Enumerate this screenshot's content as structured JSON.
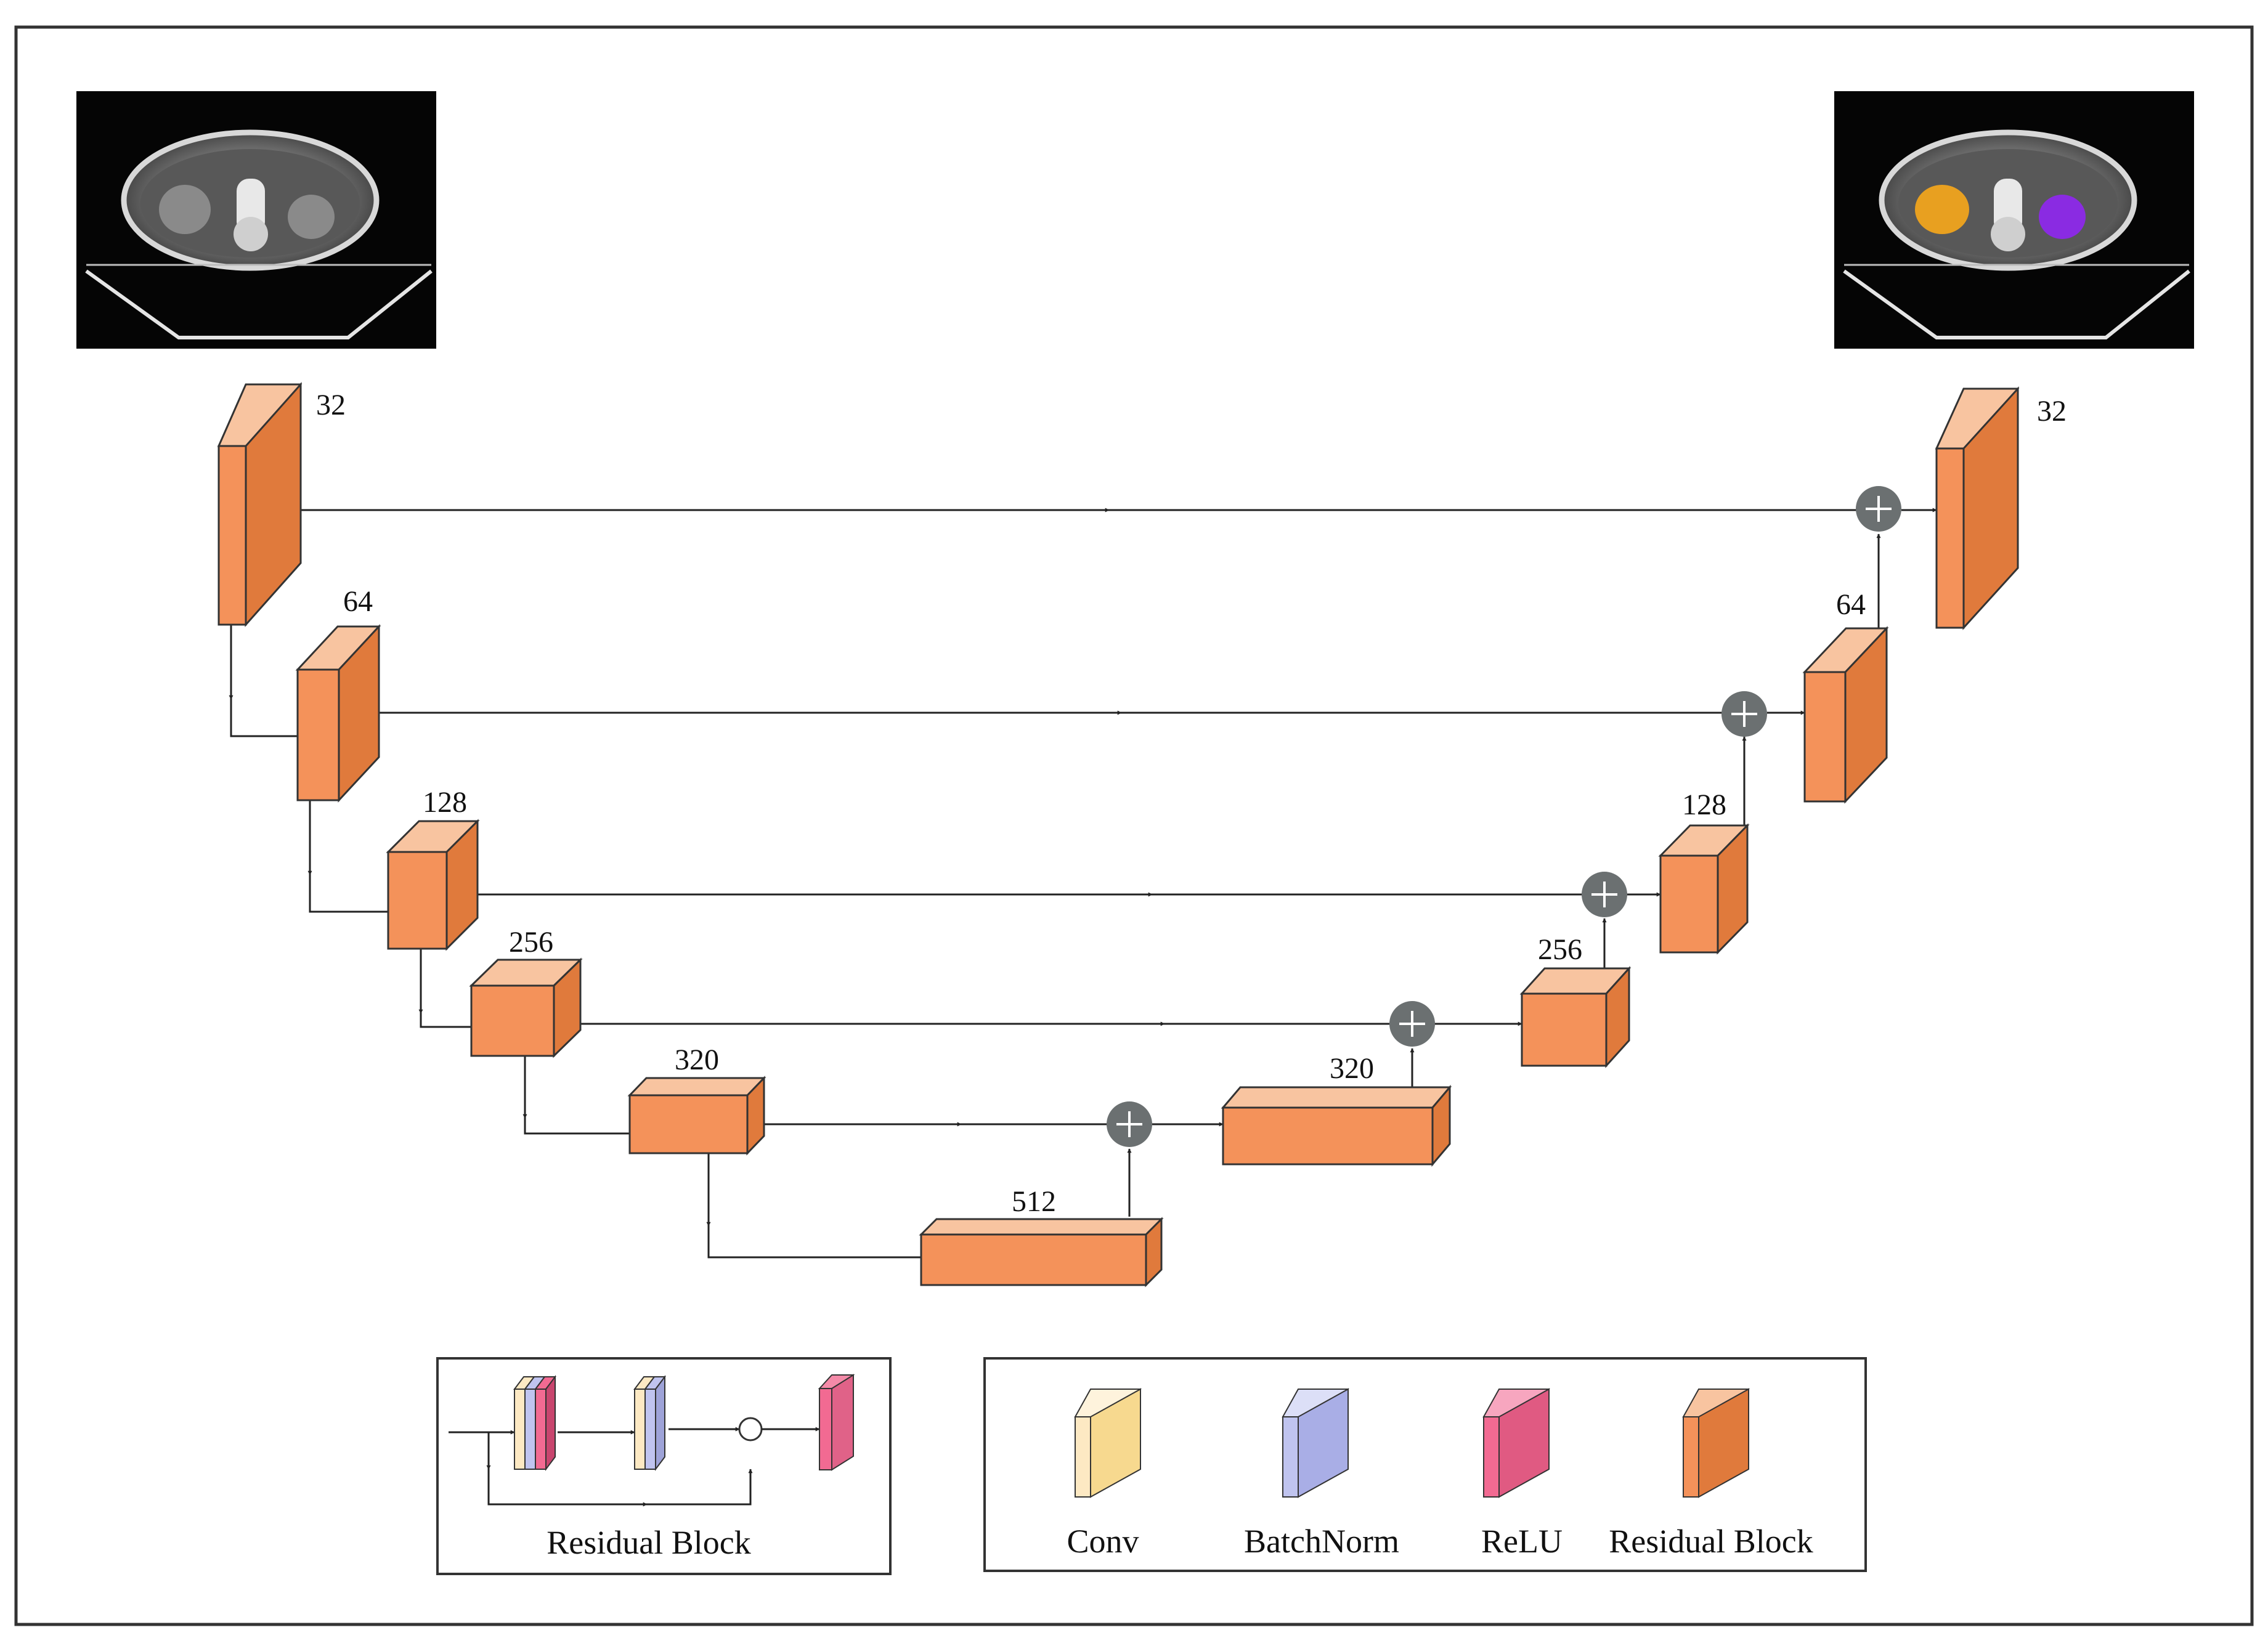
{
  "encoder_channels": [
    "32",
    "64",
    "128",
    "256",
    "320"
  ],
  "bottleneck_channels": "512",
  "decoder_channels": [
    "320",
    "256",
    "128",
    "64",
    "32"
  ],
  "residual_block_label": "Residual Block",
  "legend": [
    {
      "label": "Conv",
      "color": "#fde9c3"
    },
    {
      "label": "BatchNorm",
      "color": "#c0c4ef"
    },
    {
      "label": "ReLU",
      "color": "#f26a92"
    },
    {
      "label": "Residual Block",
      "color": "#f4925a"
    }
  ],
  "colors": {
    "block_front": "#f4925a",
    "block_top": "#f8c4a0",
    "block_side": "#e07a3c",
    "add_node": "#6b7071",
    "kidney_right": "#e8a020",
    "kidney_left": "#8a2be2"
  },
  "icons": {
    "add_node": "plus-circle-icon",
    "input_image": "ct-scan-image",
    "output_image": "ct-segmentation-image"
  }
}
